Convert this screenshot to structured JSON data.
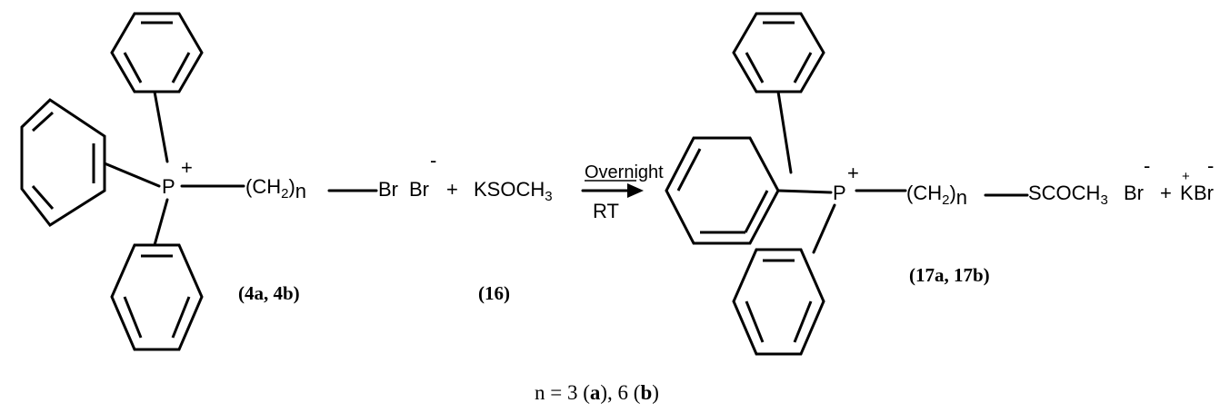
{
  "reactant1": {
    "cation_atom": "P",
    "charge": "+",
    "chain": "(CH",
    "chain_sub": "2",
    "chain_close": ")",
    "chain_n": "n",
    "end_group": "Br",
    "counterion": "Br",
    "counterion_charge": "-",
    "id_label": "(4a, 4b)"
  },
  "plus_sign": "+",
  "reactant2": {
    "formula": "KSOCH",
    "formula_sub": "3",
    "id_label": "(16)"
  },
  "arrow": {
    "above": "Overnight",
    "below": "RT"
  },
  "product1": {
    "cation_atom": "P",
    "charge": "+",
    "chain": "(CH",
    "chain_sub": "2",
    "chain_close": ")",
    "chain_n": "n",
    "end_group": "SCOCH",
    "end_group_sub": "3",
    "counterion": "Br",
    "counterion_charge": "-",
    "id_label": "(17a, 17b)"
  },
  "product2": {
    "cation": "K",
    "cation_charge": "+",
    "anion": "Br",
    "anion_charge": "-"
  },
  "footnote": {
    "prefix": "n = 3 (",
    "a": "a",
    "middle": "), 6 (",
    "b": "b",
    "suffix": ")"
  }
}
